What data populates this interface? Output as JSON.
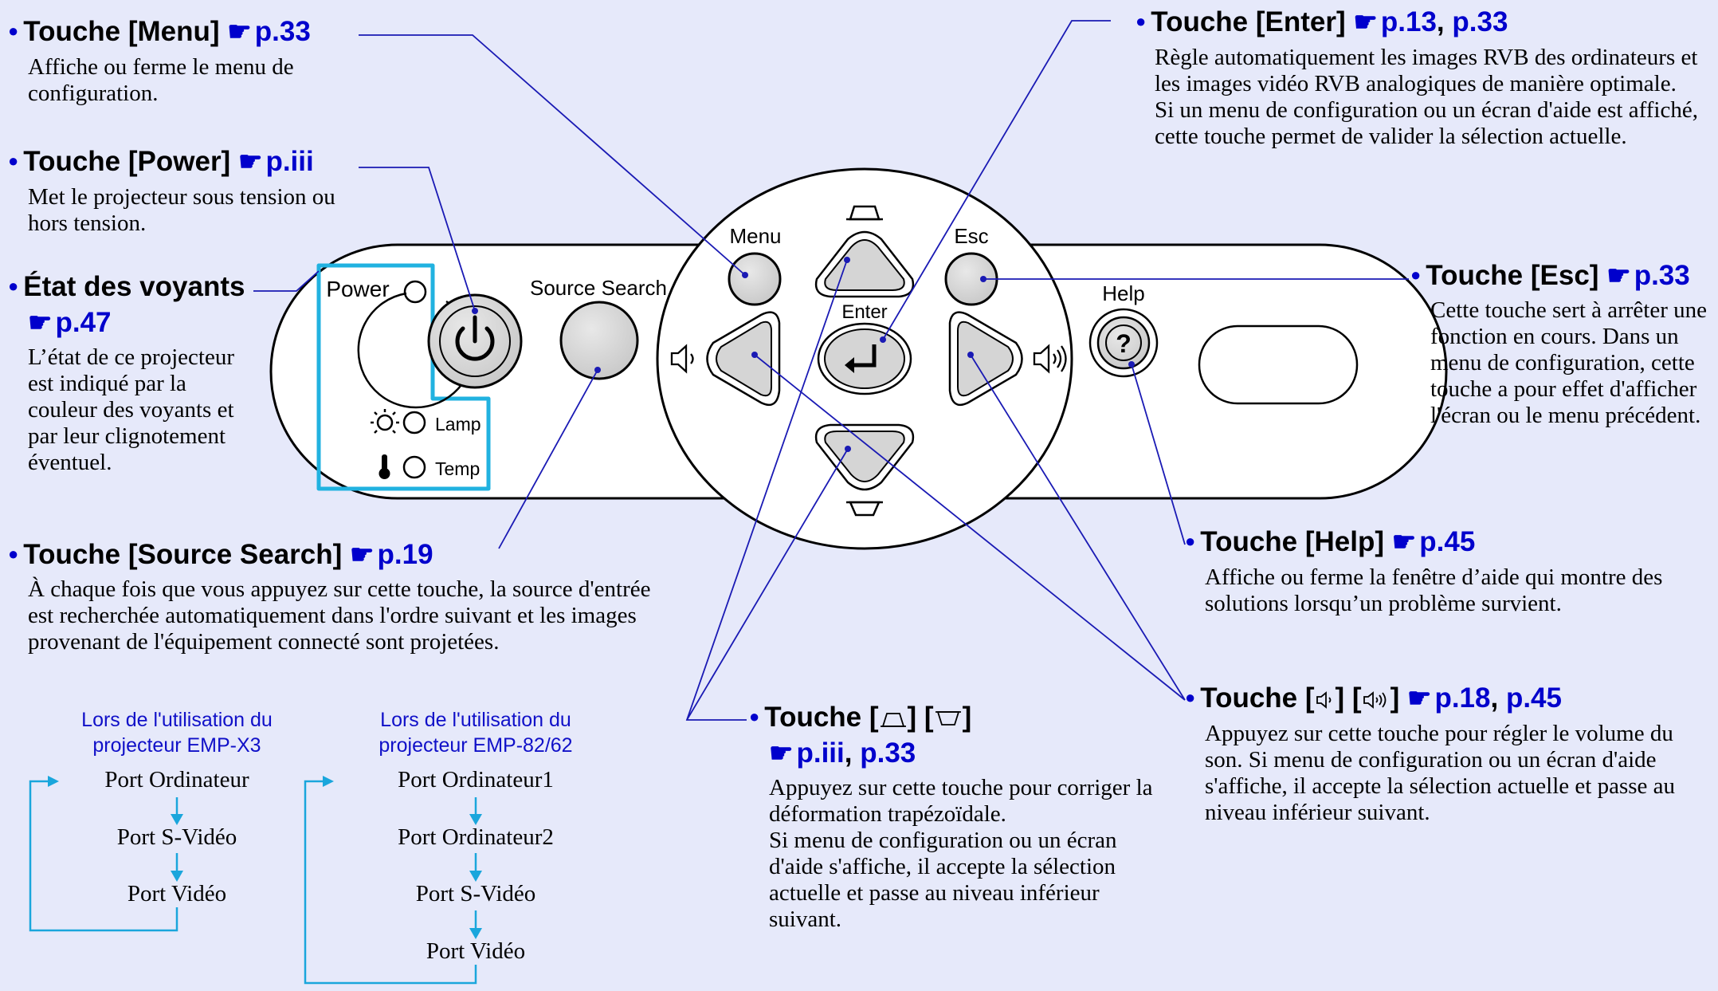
{
  "menu": {
    "title": "Touche [Menu]",
    "ref": "p.33",
    "desc": "Affiche ou ferme le menu de configuration."
  },
  "power": {
    "title": "Touche [Power]",
    "ref": "p.iii",
    "desc": "Met le projecteur sous tension ou hors tension."
  },
  "voyants": {
    "title": "État des voyants",
    "ref": "p.47",
    "desc": "L’état de ce projecteur est indiqué par la couleur des voyants et par leur clignotement éventuel."
  },
  "source_search": {
    "title": "Touche [Source Search]",
    "ref": "p.19",
    "desc": "À chaque fois que vous appuyez sur cette touche, la source d'entrée est recherchée automatiquement dans l'ordre suivant et les images provenant de l'équipement connecté sont projetées."
  },
  "enter": {
    "title": "Touche [Enter]",
    "ref1": "p.13",
    "ref2": "p.33",
    "desc1": "Règle automatiquement les images RVB des ordinateurs et les images vidéo RVB analogiques de manière optimale.",
    "desc2": "Si un menu de configuration ou un écran d'aide est affiché, cette touche permet de valider la sélection actuelle."
  },
  "esc": {
    "title": "Touche [Esc]",
    "ref": "p.33",
    "desc": "Cette touche sert à arrêter une fonction en cours. Dans un menu de configuration, cette touche a pour effet d'afficher l'écran ou le menu précédent."
  },
  "help": {
    "title": "Touche [Help]",
    "ref": "p.45",
    "desc": "Affiche ou ferme la fenêtre d’aide qui montre des solutions lorsqu’un problème survient."
  },
  "volume": {
    "title_pre": "Touche [",
    "title_mid": "] [",
    "title_post": "]",
    "ref1": "p.18",
    "ref2": "p.45",
    "desc": "Appuyez sur cette touche pour régler le volume du son. Si menu de configuration ou un écran d'aide s'affiche, il accepte la sélection actuelle et passe au niveau inférieur suivant."
  },
  "keystone": {
    "title_pre": "Touche [",
    "title_mid": "] [",
    "title_post": "]",
    "ref1": "p.iii",
    "ref2": "p.33",
    "desc1": "Appuyez sur cette touche pour corriger la déformation trapézoïdale.",
    "desc2": "Si menu de configuration ou un écran d'aide s'affiche, il accepte la sélection actuelle et passe au niveau inférieur suivant."
  },
  "flow_x3": {
    "caption1": "Lors de l'utilisation du",
    "caption2": "projecteur EMP-X3",
    "items": [
      "Port Ordinateur",
      "Port S-Vidéo",
      "Port Vidéo"
    ]
  },
  "flow_82": {
    "caption1": "Lors de l'utilisation du",
    "caption2": "projecteur EMP-82/62",
    "items": [
      "Port Ordinateur1",
      "Port Ordinateur2",
      "Port S-Vidéo",
      "Port Vidéo"
    ]
  },
  "panel": {
    "power": "Power",
    "source_search": "Source Search",
    "menu": "Menu",
    "esc": "Esc",
    "enter": "Enter",
    "help": "Help",
    "lamp": "Lamp",
    "temp": "Temp"
  },
  "colors": {
    "link": "#0000cc",
    "leader": "#1a1ab4",
    "highlight": "#21b2e0",
    "flow": "#1aa6dc",
    "background": "#e6e9fa",
    "button": "#d5d5d5"
  }
}
